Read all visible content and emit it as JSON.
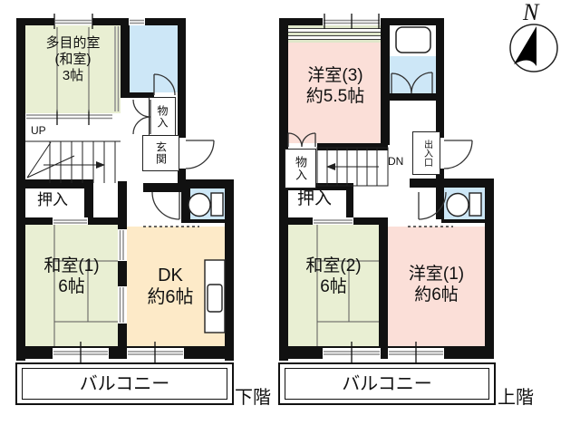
{
  "colors": {
    "tatami": "#e9efd3",
    "western": "#fbdfd8",
    "dining": "#fdeac8",
    "water": "#cde7f7",
    "stripe_green": "#dfe7ca",
    "wall": "#111111"
  },
  "lower_floor": {
    "multipurpose_room": {
      "line1": "多目的室",
      "line2": "(和室)",
      "line3": "3帖"
    },
    "japanese_room_1": {
      "line1": "和室(1)",
      "line2": "6帖"
    },
    "dining_kitchen": {
      "line1": "DK",
      "line2": "約6帖"
    },
    "closet": "押入",
    "storage": "物入",
    "entrance": "玄関",
    "stairs": "UP",
    "balcony": "バルコニー",
    "floor_label": "下階"
  },
  "upper_floor": {
    "western_room_3": {
      "line1": "洋室(3)",
      "line2": "約5.5帖"
    },
    "japanese_room_2": {
      "line1": "和室(2)",
      "line2": "6帖"
    },
    "western_room_1": {
      "line1": "洋室(1)",
      "line2": "約6帖"
    },
    "closet": "押入",
    "storage": "物入",
    "entrance": "出入口",
    "stairs": "DN",
    "balcony": "バルコニー",
    "floor_label": "上階"
  },
  "compass": {
    "north_label": "N"
  }
}
